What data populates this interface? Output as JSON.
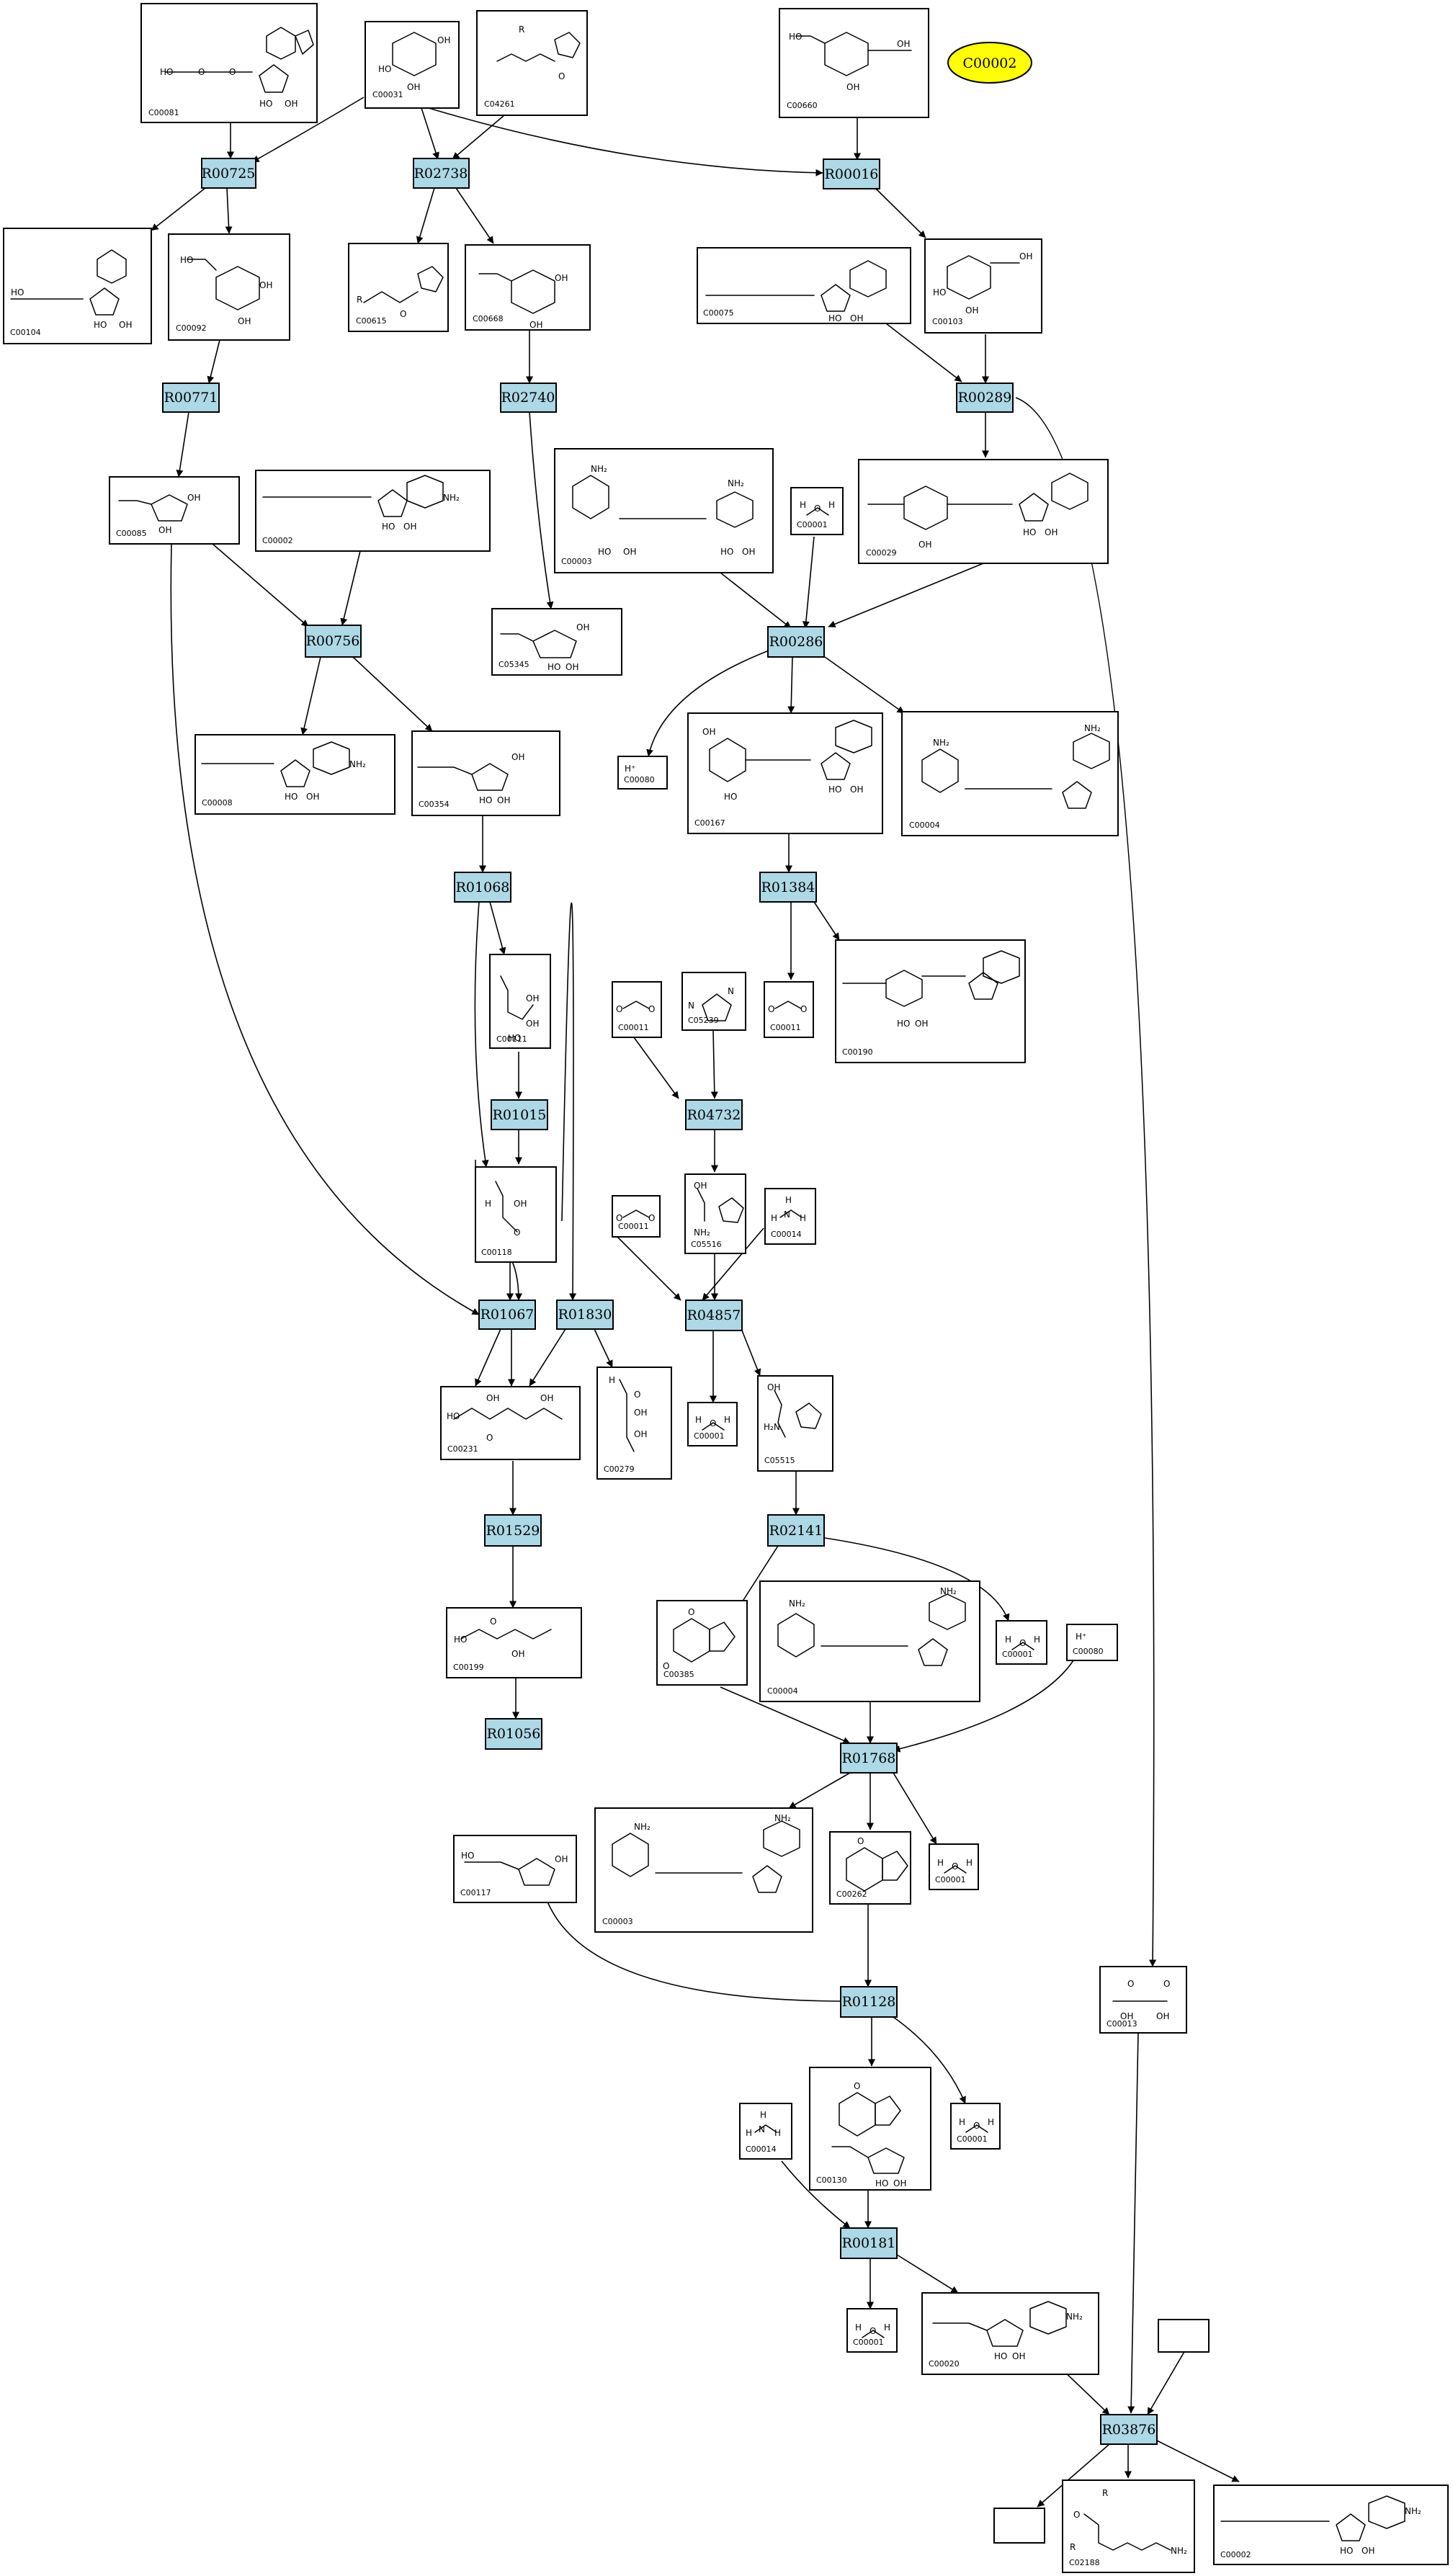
{
  "highlight": {
    "id": "C00002",
    "color": "#ffff00"
  },
  "colors": {
    "reaction_fill": "#add8e6",
    "compound_fill": "#ffffff",
    "stroke": "#000000"
  },
  "reactions": [
    {
      "id": "R00725"
    },
    {
      "id": "R02738"
    },
    {
      "id": "R00016"
    },
    {
      "id": "R00771"
    },
    {
      "id": "R02740"
    },
    {
      "id": "R00289"
    },
    {
      "id": "R00756"
    },
    {
      "id": "R00286"
    },
    {
      "id": "R01068"
    },
    {
      "id": "R01384"
    },
    {
      "id": "R01015"
    },
    {
      "id": "R04732"
    },
    {
      "id": "R01067"
    },
    {
      "id": "R01830"
    },
    {
      "id": "R04857"
    },
    {
      "id": "R01529"
    },
    {
      "id": "R02141"
    },
    {
      "id": "R01056"
    },
    {
      "id": "R01768"
    },
    {
      "id": "R01128"
    },
    {
      "id": "R00181"
    },
    {
      "id": "R03876"
    }
  ],
  "compounds": [
    {
      "id": "C00081"
    },
    {
      "id": "C00031"
    },
    {
      "id": "C04261"
    },
    {
      "id": "C00660"
    },
    {
      "id": "C00104"
    },
    {
      "id": "C00092"
    },
    {
      "id": "C00615"
    },
    {
      "id": "C00668"
    },
    {
      "id": "C00075"
    },
    {
      "id": "C00103"
    },
    {
      "id": "C00085"
    },
    {
      "id": "C00002"
    },
    {
      "id": "C00003"
    },
    {
      "id": "C00001"
    },
    {
      "id": "C00029"
    },
    {
      "id": "C05345"
    },
    {
      "id": "C00008"
    },
    {
      "id": "C00354"
    },
    {
      "id": "C00080"
    },
    {
      "id": "C00167"
    },
    {
      "id": "C00004"
    },
    {
      "id": "C00111"
    },
    {
      "id": "C00011"
    },
    {
      "id": "C05239"
    },
    {
      "id": "C00011"
    },
    {
      "id": "C00190"
    },
    {
      "id": "C00118"
    },
    {
      "id": "C00011"
    },
    {
      "id": "C05516"
    },
    {
      "id": "C00014"
    },
    {
      "id": "C00231"
    },
    {
      "id": "C00279"
    },
    {
      "id": "C00001"
    },
    {
      "id": "C05515"
    },
    {
      "id": "C00199"
    },
    {
      "id": "C00385"
    },
    {
      "id": "C00004"
    },
    {
      "id": "C00001"
    },
    {
      "id": "C00080"
    },
    {
      "id": "C00117"
    },
    {
      "id": "C00003"
    },
    {
      "id": "C00262"
    },
    {
      "id": "C00001"
    },
    {
      "id": "C00013"
    },
    {
      "id": "C00014"
    },
    {
      "id": "C00130"
    },
    {
      "id": "C00001"
    },
    {
      "id": "C00001"
    },
    {
      "id": "C00020"
    },
    {
      "id": "C02188"
    },
    {
      "id": "C00002"
    }
  ]
}
